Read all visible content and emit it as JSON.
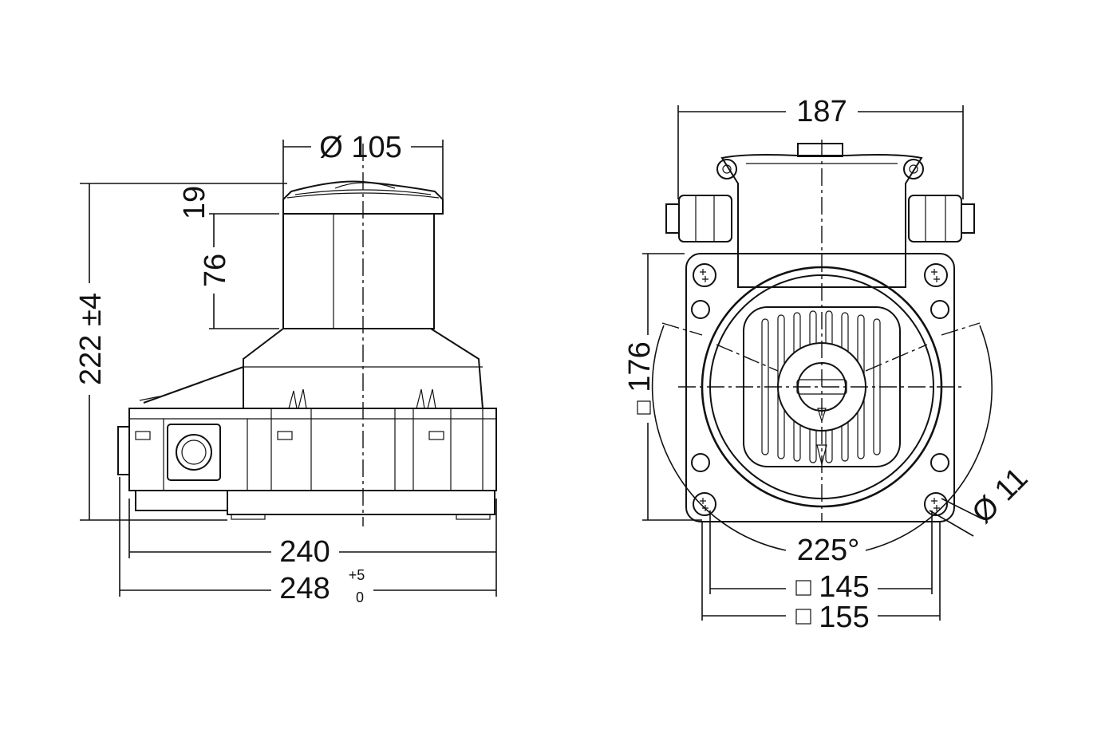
{
  "side_view": {
    "dim_width_top": "Ø 105",
    "dim_top_height": "19",
    "dim_drum_height": "76",
    "dim_total_height": "222 ±4",
    "dim_base_width": "240",
    "dim_overall_width": "248",
    "tol_plus": "+5",
    "tol_minus": "0"
  },
  "front_view": {
    "dim_width": "187",
    "dim_height": "176",
    "dim_angle": "225°",
    "dim_bolt_square": "145",
    "dim_base_square": "155",
    "dim_hole": "Ø 11"
  }
}
